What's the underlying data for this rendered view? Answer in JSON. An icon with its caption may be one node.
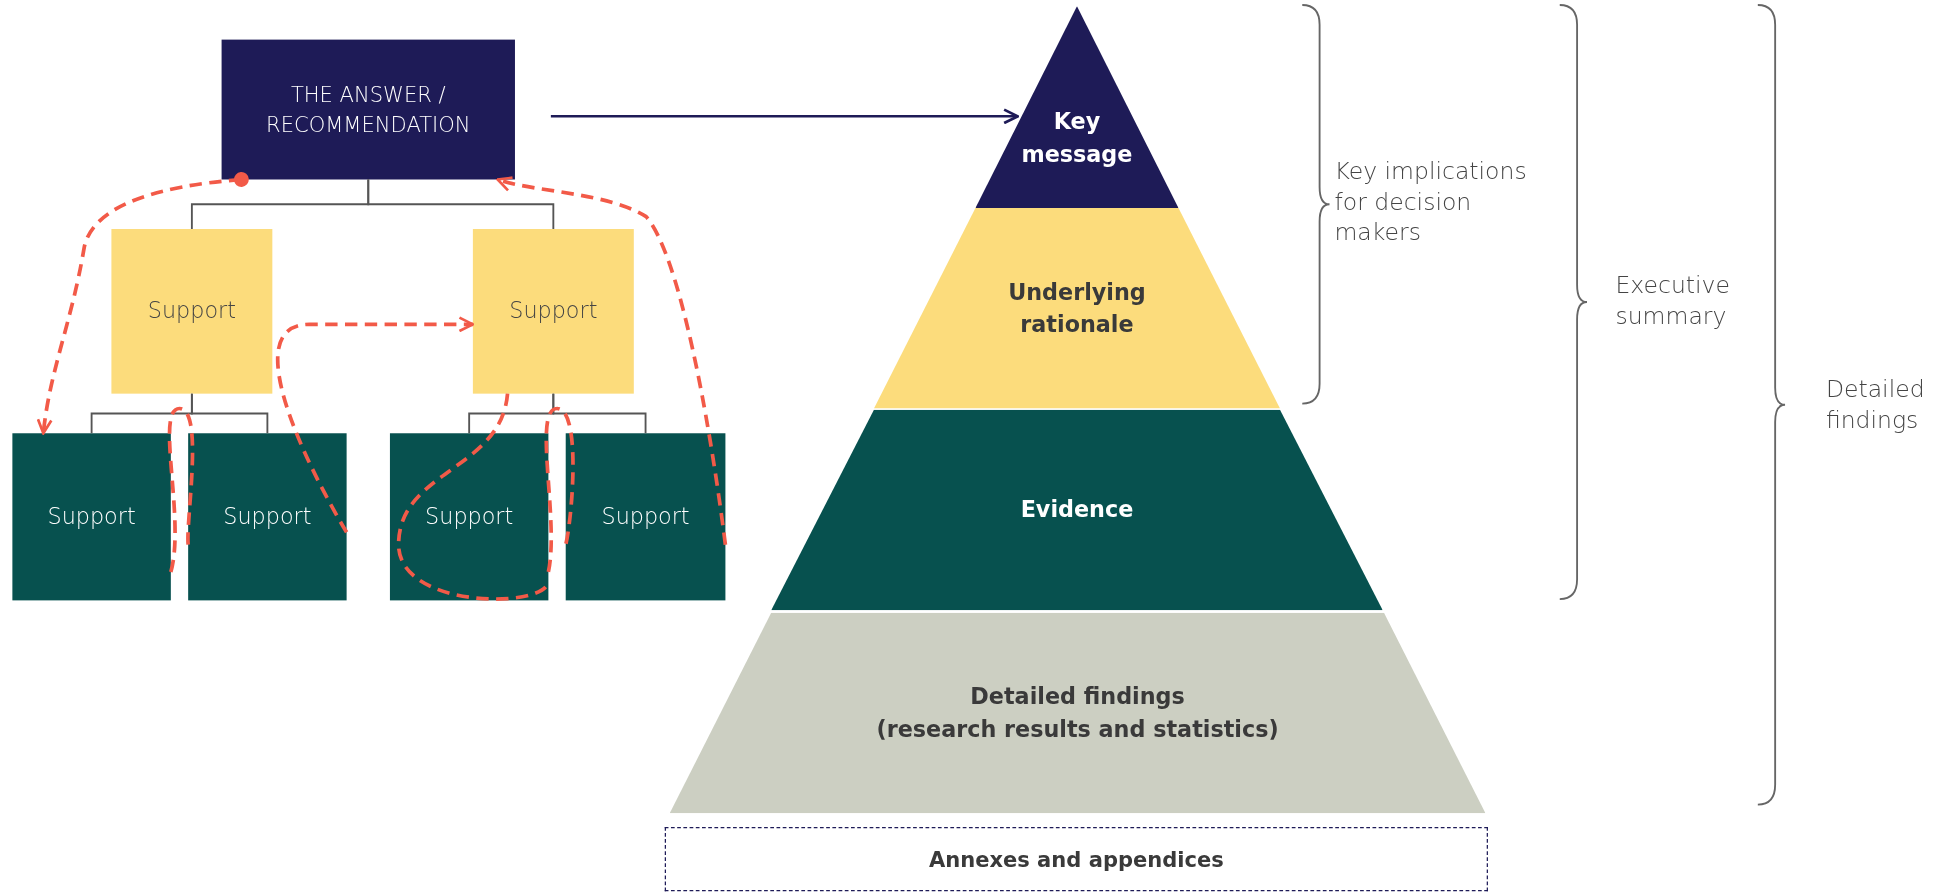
{
  "diagram": {
    "nodes": [
      {
        "text": [
          "THE ANSWER / RECOMMENDATION"
        ]
      },
      {
        "text": [
          "Support"
        ]
      },
      {
        "text": [
          "Support"
        ]
      },
      {
        "text": [
          "Support"
        ]
      },
      {
        "text": [
          "Support"
        ]
      },
      {
        "text": [
          "Support"
        ]
      },
      {
        "text": [
          "Support"
        ]
      },
      {
        "text": [
          "Key message"
        ]
      },
      {
        "text": [
          "Underlying rationale"
        ]
      },
      {
        "text": [
          "Evidence"
        ]
      },
      {
        "text": [
          "Detailed findings",
          "(research results and statistics)"
        ]
      },
      {
        "text": [
          "Annexes and appendices"
        ]
      }
    ],
    "edges": [
      {
        "from": 0,
        "to": 1,
        "arrow": "none"
      },
      {
        "from": 0,
        "to": 2,
        "arrow": "none"
      },
      {
        "from": 1,
        "to": 3,
        "arrow": "none"
      },
      {
        "from": 1,
        "to": 4,
        "arrow": "none"
      },
      {
        "from": 2,
        "to": 5,
        "arrow": "none"
      },
      {
        "from": 2,
        "to": 6,
        "arrow": "none"
      },
      {
        "from": 0,
        "to": 7,
        "arrow": "to",
        "color": "#1e1b57"
      },
      {
        "from": 0,
        "to": 3,
        "arrow": "to",
        "style": "dashed",
        "color": "#f25a48"
      },
      {
        "from": 3,
        "to": 4,
        "arrow": "none",
        "style": "dashed",
        "color": "#f25a48"
      },
      {
        "from": 4,
        "to": 2,
        "arrow": "to",
        "style": "dashed",
        "color": "#f25a48"
      },
      {
        "from": 2,
        "to": 5,
        "arrow": "none",
        "style": "dashed",
        "color": "#f25a48"
      },
      {
        "from": 5,
        "to": 6,
        "arrow": "none",
        "style": "dashed",
        "color": "#f25a48"
      },
      {
        "from": 6,
        "to": 0,
        "arrow": "to",
        "style": "dashed",
        "color": "#f25a48"
      }
    ],
    "labels": [
      "Key implications for decision makers",
      "Executive summary",
      "Detailed findings"
    ]
  }
}
